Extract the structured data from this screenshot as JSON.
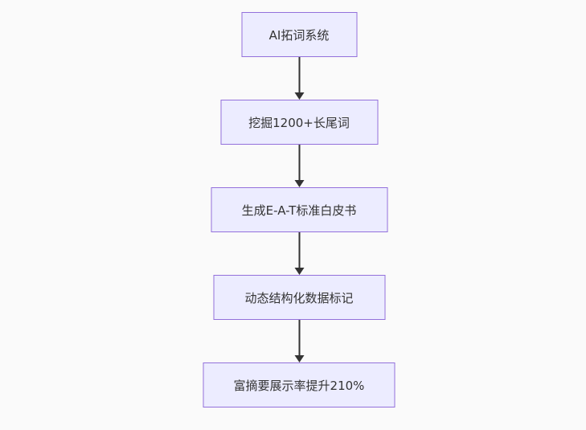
{
  "diagram": {
    "type": "flowchart",
    "direction": "top-down",
    "nodes": [
      {
        "id": "step-1",
        "label": "AI拓词系统"
      },
      {
        "id": "step-2",
        "label": "挖掘1200+长尾词"
      },
      {
        "id": "step-3",
        "label": "生成E-A-T标准白皮书"
      },
      {
        "id": "step-4",
        "label": "动态结构化数据标记"
      },
      {
        "id": "step-5",
        "label": "富摘要展示率提升210%"
      }
    ],
    "edges": [
      {
        "from": "step-1",
        "to": "step-2"
      },
      {
        "from": "step-2",
        "to": "step-3"
      },
      {
        "from": "step-3",
        "to": "step-4"
      },
      {
        "from": "step-4",
        "to": "step-5"
      }
    ],
    "colors": {
      "background": "#fafafa",
      "node_fill": "#ECECFF",
      "node_border": "#9370DB",
      "text": "#333333",
      "arrow": "#333333"
    }
  }
}
